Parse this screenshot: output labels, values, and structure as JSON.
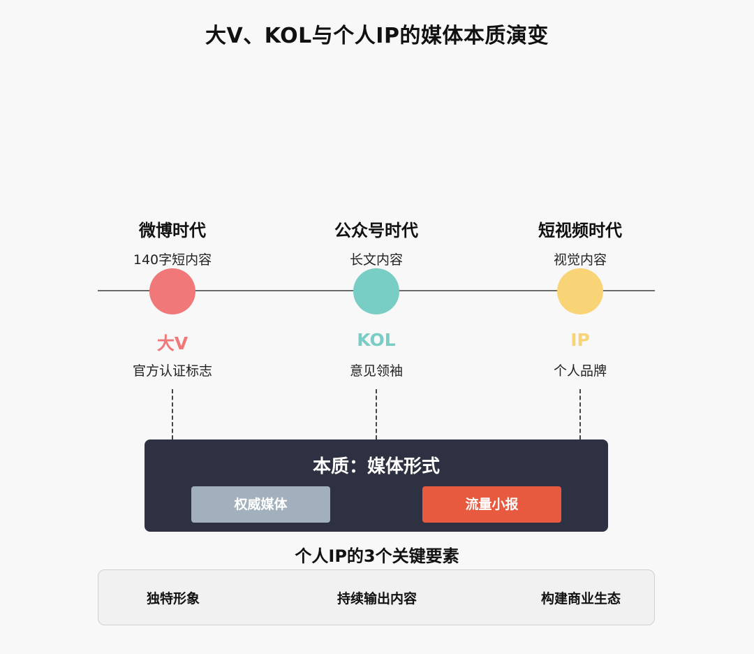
{
  "title": "大V、KOL与个人IP的媒体本质演变",
  "eras": [
    {
      "name": "微博时代",
      "desc": "140字短内容",
      "role": "大V",
      "role_desc": "官方认证标志",
      "color": "#f07878"
    },
    {
      "name": "公众号时代",
      "desc": "长文内容",
      "role": "KOL",
      "role_desc": "意见领袖",
      "color": "#78cdc4"
    },
    {
      "name": "短视频时代",
      "desc": "视觉内容",
      "role": "IP",
      "role_desc": "个人品牌",
      "color": "#f8d477"
    }
  ],
  "essence": {
    "title": "本质：媒体形式",
    "pills": [
      {
        "label": "权威媒体",
        "color": "#a1b0bc"
      },
      {
        "label": "流量小报",
        "color": "#e85a3f"
      }
    ]
  },
  "key_elements": {
    "title": "个人IP的3个关键要素",
    "items": [
      "独特形象",
      "持续输出内容",
      "构建商业生态"
    ]
  },
  "colors": {
    "background": "#f8f8f8",
    "essence_box": "#2e3141",
    "timeline": "#6b6b6b"
  }
}
